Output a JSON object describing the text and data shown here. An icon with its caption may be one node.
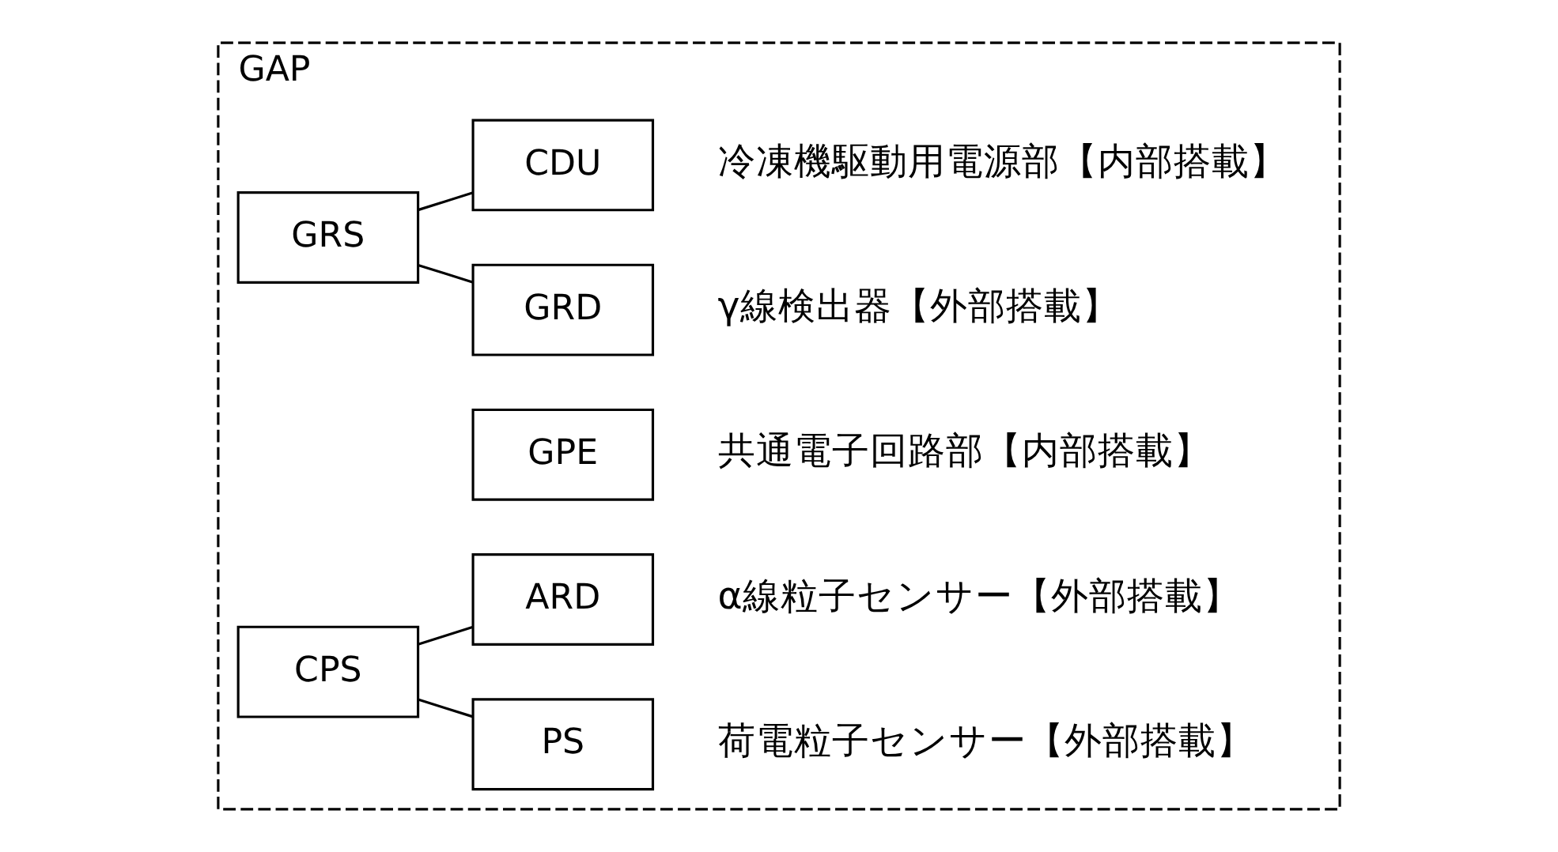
{
  "diagram": {
    "nodes": [
      {
        "text": [
          "GAP"
        ]
      },
      {
        "text": [
          "GRS"
        ],
        "in": 0
      },
      {
        "text": [
          "GRD"
        ],
        "in": 0,
        "beside": [
          "γ線検出器【外部搭載】"
        ]
      },
      {
        "text": [
          "CDU"
        ],
        "in": 0,
        "beside": [
          "冷凍機駆動用電源部【内部搭載】"
        ]
      },
      {
        "text": [
          "GPE"
        ],
        "in": 0,
        "beside": [
          "共通電子回路部【内部搭載】"
        ]
      },
      {
        "text": [
          "CPS"
        ],
        "in": 0
      },
      {
        "text": [
          "PS"
        ],
        "in": 0,
        "beside": [
          "荷電粒子センサー【外部搭載】"
        ]
      },
      {
        "text": [
          "ARD"
        ],
        "in": 0,
        "beside": [
          "α線粒子センサー【外部搭載】"
        ]
      }
    ],
    "edges": [
      {
        "from": 1,
        "to": 2,
        "arrow": "none"
      },
      {
        "from": 1,
        "to": 3,
        "arrow": "none"
      },
      {
        "from": 5,
        "to": 6,
        "arrow": "none"
      },
      {
        "from": 5,
        "to": 7,
        "arrow": "none"
      }
    ]
  }
}
